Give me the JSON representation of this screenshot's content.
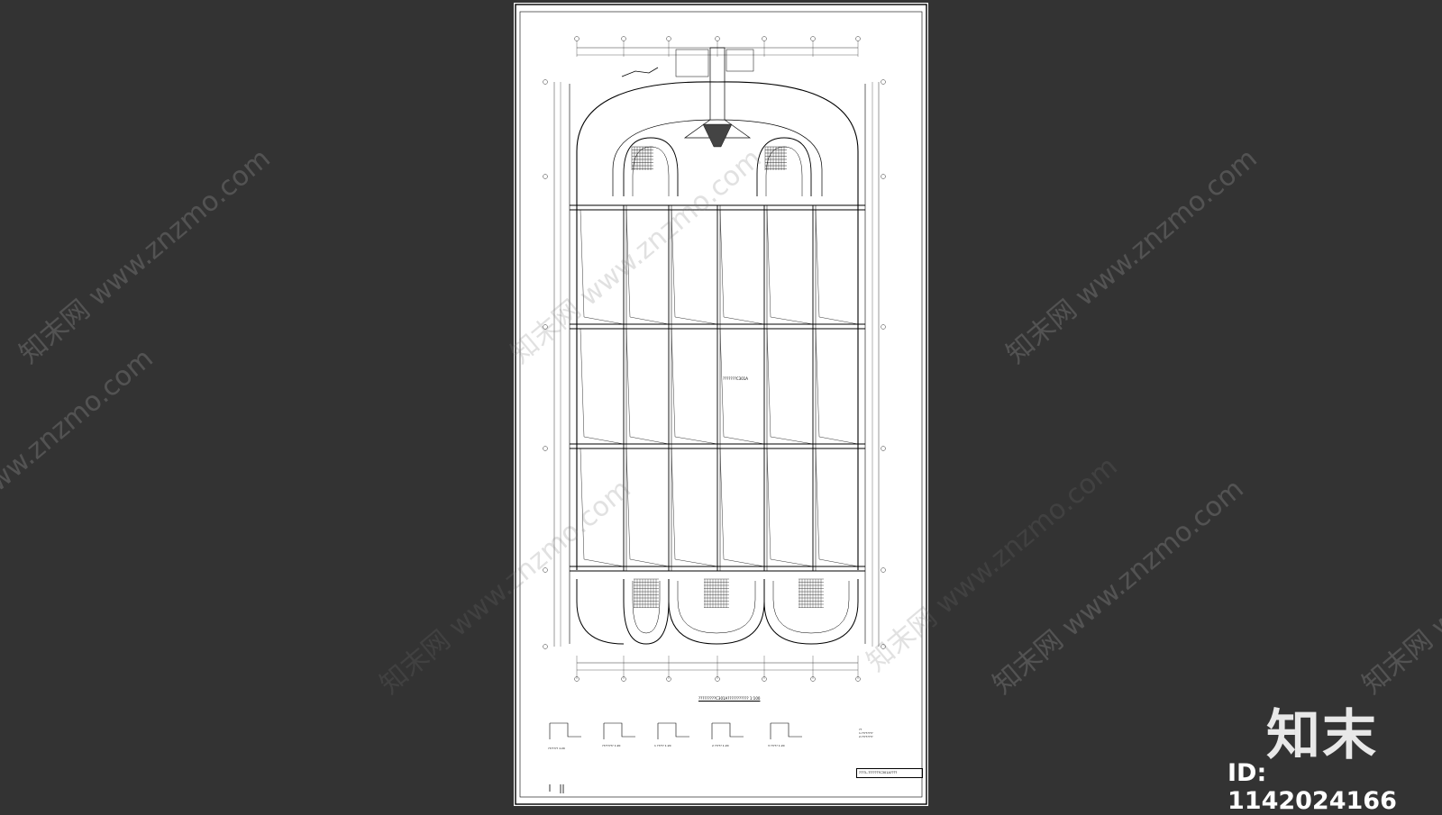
{
  "watermark": {
    "text": "知末网 www.znzmo.com"
  },
  "brand": {
    "logo_text": "知末",
    "id_text": "ID: 1142024166"
  },
  "drawing": {
    "center_label": "???????C301A",
    "main_title": "?????????C301A??????????? 1:100",
    "details": [
      {
        "label": "??????? 1:20"
      },
      {
        "label": "???????? 1:20"
      },
      {
        "label": "1 ????? 1:20"
      },
      {
        "label": "2 ????? 1:20"
      },
      {
        "label": "3 ????? 1:20"
      }
    ],
    "notes": "??\n1.????????\n2.????????",
    "title_block": "???3--???????C301A????"
  },
  "colors": {
    "background": "#333333",
    "sheet": "#ffffff",
    "ink": "#000000"
  }
}
